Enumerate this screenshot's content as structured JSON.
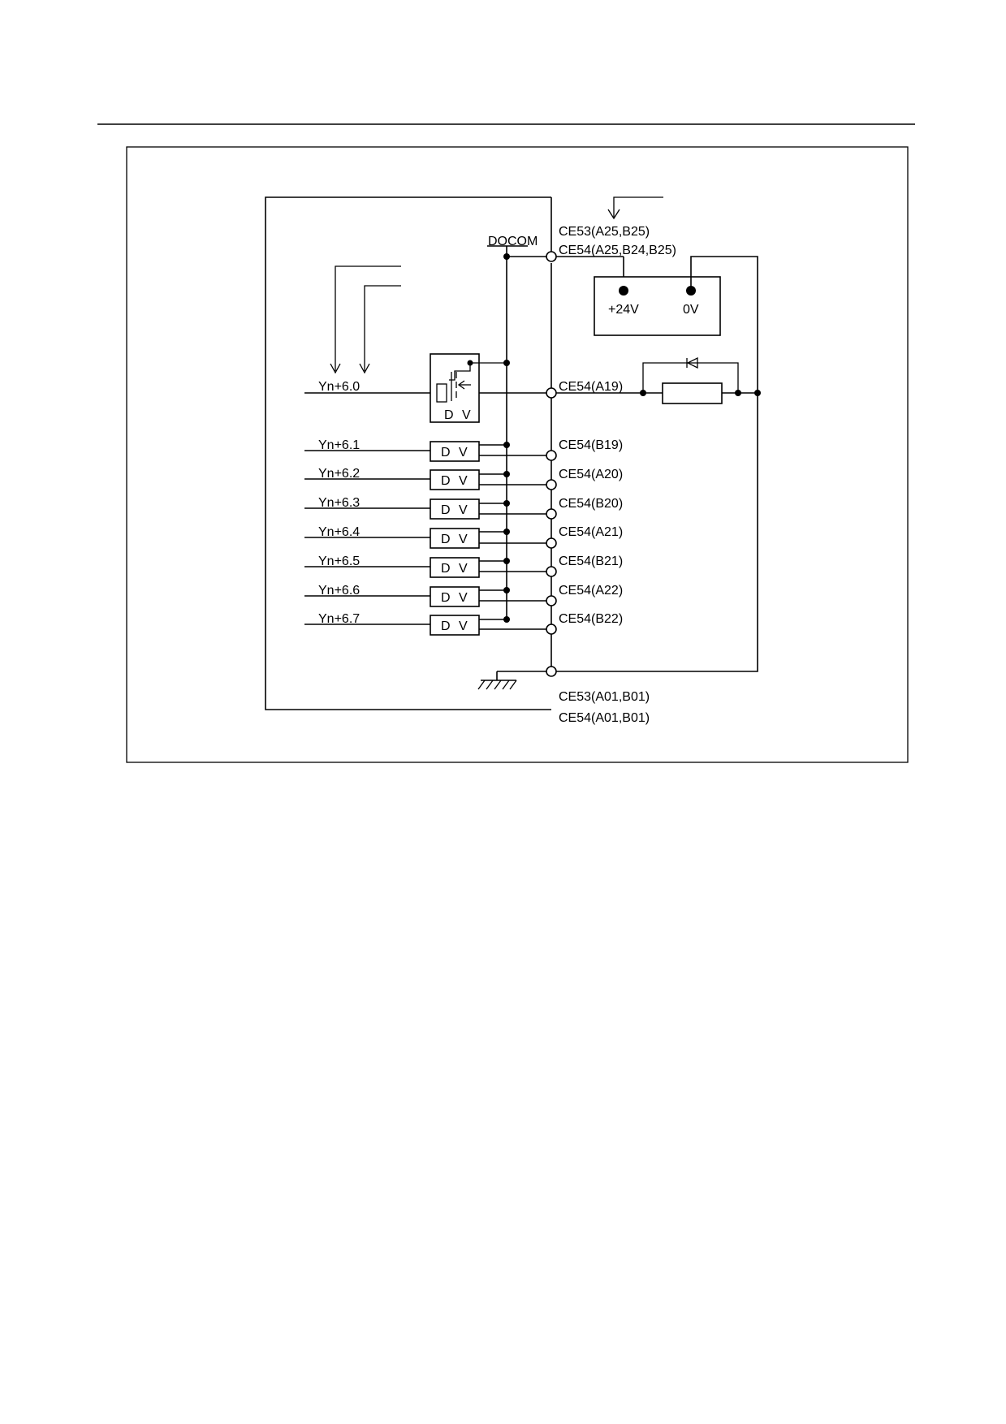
{
  "labels": {
    "docom": "DOCOM",
    "ce53_top": "CE53(A25,B25)",
    "ce54_top": "CE54(A25,B24,B25)",
    "plus24v": "+24V",
    "zero_v": "0V",
    "ce53_bottom": "CE53(A01,B01)",
    "ce54_bottom": "CE54(A01,B01)",
    "driver": "D V"
  },
  "outputs": [
    {
      "signal": "Yn+6.0",
      "pin": "CE54(A19)"
    },
    {
      "signal": "Yn+6.1",
      "pin": "CE54(B19)"
    },
    {
      "signal": "Yn+6.2",
      "pin": "CE54(A20)"
    },
    {
      "signal": "Yn+6.3",
      "pin": "CE54(B20)"
    },
    {
      "signal": "Yn+6.4",
      "pin": "CE54(A21)"
    },
    {
      "signal": "Yn+6.5",
      "pin": "CE54(B21)"
    },
    {
      "signal": "Yn+6.6",
      "pin": "CE54(A22)"
    },
    {
      "signal": "Yn+6.7",
      "pin": "CE54(B22)"
    }
  ]
}
